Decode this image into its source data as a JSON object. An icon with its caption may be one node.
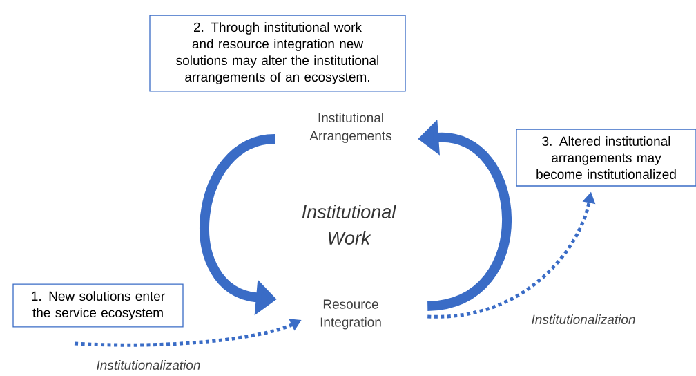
{
  "diagram": {
    "nodes": [
      {
        "text": [
          "1. New solutions enter the service ecosystem"
        ]
      },
      {
        "text": [
          "2. Through institutional work and resource integration new solutions may alter the institutional arrangements of an ecosystem."
        ]
      },
      {
        "text": [
          "3. Altered institutional arrangements may become institutionalized"
        ]
      },
      {
        "text": [
          "Institutional Arrangements"
        ]
      },
      {
        "text": [
          "Resource Integration"
        ]
      }
    ],
    "edges": [
      {
        "from": 3,
        "to": 4,
        "arrow": "to",
        "style": "thick"
      },
      {
        "from": 4,
        "to": 3,
        "arrow": "to",
        "style": "thick"
      },
      {
        "from": null,
        "to": 4,
        "arrow": "to",
        "style": "dashed",
        "label": "Institutionalization"
      },
      {
        "from": 4,
        "to": 2,
        "arrow": "to",
        "style": "dashed",
        "label": "Institutionalization"
      }
    ],
    "labels": [
      "Institutional Work"
    ]
  }
}
